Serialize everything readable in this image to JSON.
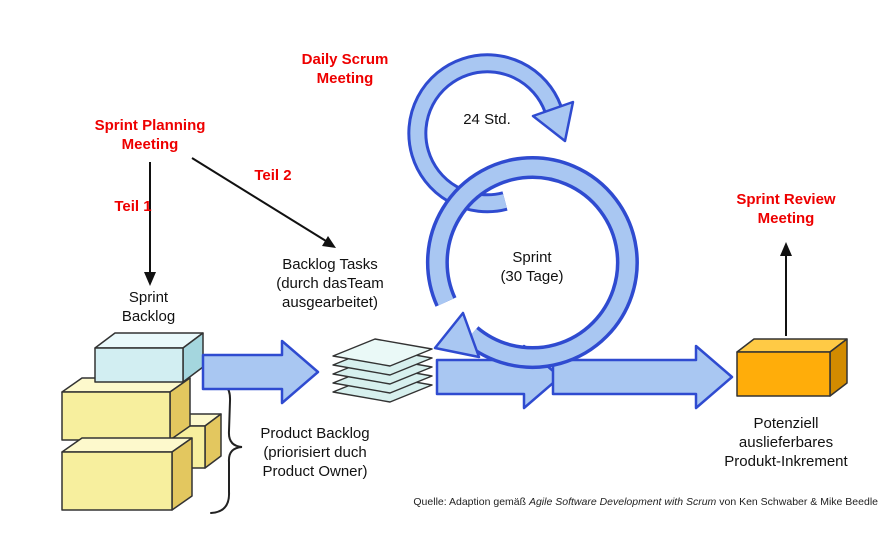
{
  "colors": {
    "red": "#ee0000",
    "arrow_fill": "#a9c7f2",
    "arrow_stroke": "#2f4bd0",
    "yellow_front": "#f7ef9e",
    "yellow_top": "#fdf9cc",
    "yellow_side": "#e3c75f",
    "cyan_front": "#d2eef2",
    "cyan_top": "#e9f9fb",
    "cyan_side": "#a4d6de",
    "orange_front": "#ffad0a",
    "orange_top": "#ffca45",
    "orange_side": "#d28b00",
    "paper": "#d7f0ee",
    "paper_top": "#eaf9f7",
    "outline": "#333333"
  },
  "labels": {
    "daily_scrum": "Daily Scrum\nMeeting",
    "std_24": "24 Std.",
    "sprint_loop": "Sprint\n(30 Tage)",
    "sprint_planning": "Sprint Planning\nMeeting",
    "teil_1": "Teil 1",
    "teil_2": "Teil 2",
    "sprint_backlog": "Sprint\nBacklog",
    "backlog_tasks": "Backlog Tasks\n(durch dasTeam\nausgearbeitet)",
    "product_backlog": "Product Backlog\n(priorisiert duch\nProduct Owner)",
    "product_increment": "Potenziell\nauslieferbares\nProdukt-Inkrement",
    "sprint_review": "Sprint Review\nMeeting"
  },
  "caption": {
    "prefix": "Quelle: Adaption gemäß ",
    "italic": "Agile Software Development with Scrum",
    "suffix": " von Ken Schwaber & Mike Beedle"
  }
}
